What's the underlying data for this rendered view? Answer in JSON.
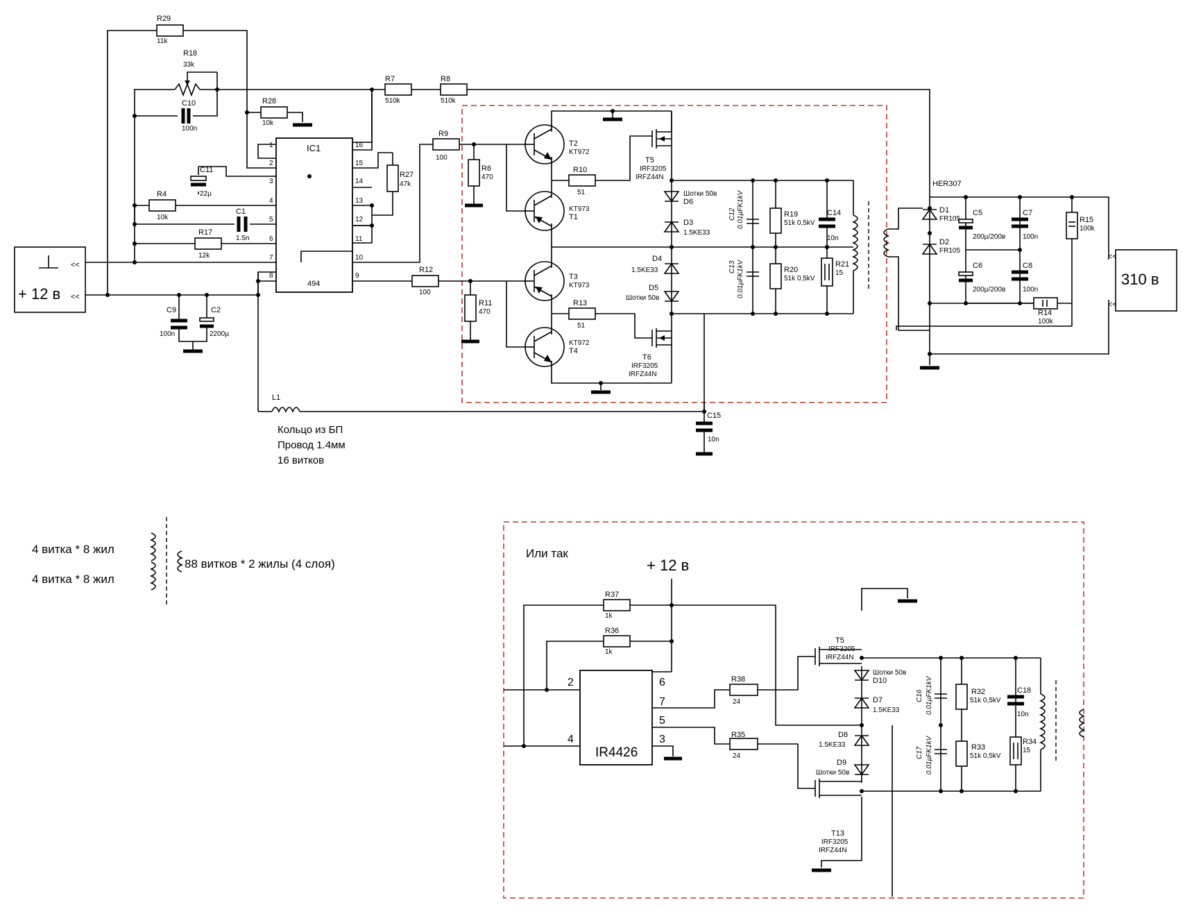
{
  "labels": {
    "R29": "R29",
    "R29v": "11k",
    "R18": "R18",
    "R18v": "33k",
    "C10": "C10",
    "C10v": "100n",
    "R28": "R28",
    "R28v": "10k",
    "R7": "R7",
    "R7v": "510k",
    "R8": "R8",
    "R8v": "510k",
    "C11": "C11",
    "C11v": "22µ",
    "R4": "R4",
    "R4v": "10k",
    "C1": "C1",
    "C1v": "1.5n",
    "R17": "R17",
    "R17v": "12k",
    "IC1": "IC1",
    "IC1type": "494",
    "p1": "1",
    "p2": "2",
    "p3": "3",
    "p4": "4",
    "p5": "5",
    "p6": "6",
    "p7": "7",
    "p8": "8",
    "p9": "9",
    "p10": "10",
    "p11": "11",
    "p12": "12",
    "p13": "13",
    "p14": "14",
    "p15": "15",
    "p16": "16",
    "R27": "R27",
    "R27v": "47k",
    "R9": "R9",
    "R9v": "100",
    "R12": "R12",
    "R12v": "100",
    "R6": "R6",
    "R6v": "470",
    "R11": "R11",
    "R11v": "470",
    "T2": "T2",
    "T2v": "KT972",
    "T1": "T1",
    "T1v": "KT973",
    "T3": "T3",
    "T3v": "KT973",
    "T4": "T4",
    "T4v": "KT972",
    "R10": "R10",
    "R10v": "51",
    "R13": "R13",
    "R13v": "51",
    "T5": "T5",
    "T5a": "IRF3205",
    "T5b": "IRFZ44N",
    "T6": "T6",
    "T6a": "IRF3205",
    "T6b": "IRFZ44N",
    "D6a": "Шотки 50в",
    "D6": "D6",
    "D3": "D3",
    "D3v": "1.5KE33",
    "D4": "D4",
    "D4v": "1.5KE33",
    "D5": "D5",
    "D5v": "Шотки 50в",
    "C12": "C12",
    "C12v": "0.01µFK1kV",
    "C13": "C13",
    "C13v": "0.01µFK1kV",
    "R19": "R19",
    "R19v": "51k 0,5kV",
    "R20": "R20",
    "R20v": "51k 0,5kV",
    "C14": "C14",
    "C14v": "10n",
    "R21": "R21",
    "R21v": "15",
    "HER307": "HER307",
    "D1": "D1",
    "D1v": "FR105",
    "D2": "D2",
    "D2v": "FR105",
    "C5": "C5",
    "C5v": "200µ/200в",
    "C6": "C6",
    "C6v": "200µ/200в",
    "C7": "C7",
    "C7v": "100n",
    "C8": "C8",
    "C8v": "100n",
    "R15": "R15",
    "R15v": "100k",
    "R14": "R14",
    "R14v": "100k",
    "C9": "C9",
    "C9v": "100n",
    "C2": "C2",
    "C2v": "2200µ",
    "L1": "L1",
    "C15": "C15",
    "C15v": "10n",
    "plus12": "+ 12 в",
    "v310": "310 в",
    "ring1": "Кольцо из БП",
    "ring2": "Провод 1.4мм",
    "ring3": "16 витков",
    "tr1": "4 витка * 8 жил",
    "tr2": "4 витка * 8 жил",
    "tr3": "88 витков * 2 жилы (4 слоя)",
    "ilitak": "Или так",
    "plus12b": "+ 12 в",
    "R37": "R37",
    "R37v": "1k",
    "R36": "R36",
    "R36v": "1k",
    "IR4426": "IR4426",
    "q2": "2",
    "q4": "4",
    "q6": "6",
    "q7": "7",
    "q5": "5",
    "q3": "3",
    "R38": "R38",
    "R38v": "24",
    "R35": "R35",
    "R35v": "24",
    "T5b_": "T5",
    "T5b_a": "IRF3205",
    "T5b_b": "IRFZ44N",
    "T13": "T13",
    "T13a": "IRF3205",
    "T13b": "IRFZ44N",
    "D10a": "Шотки 50в",
    "D10": "D10",
    "D7": "D7",
    "D7v": "1.5KE33",
    "D8": "D8",
    "D8v": "1.5KE33",
    "D9": "D9",
    "D9v": "Шотки 50в",
    "C16": "C16",
    "C16v": "0.01µFK1kV",
    "C17": "C17",
    "C17v": "0.01µFK1kV",
    "R32": "R32",
    "R32v": "51k 0,5kV",
    "R33": "R33",
    "R33v": "51k 0,5kV",
    "C18": "C18",
    "C18v": "10n",
    "R34": "R34",
    "R34v": "15"
  },
  "colors": {
    "wire": "#000000",
    "dashed_box": "#c0392b",
    "background": "#ffffff"
  }
}
